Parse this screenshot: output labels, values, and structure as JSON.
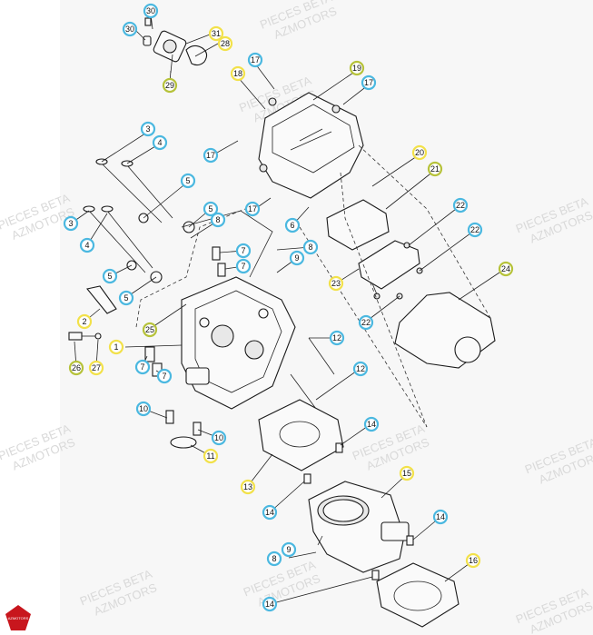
{
  "watermark": {
    "line1": "PIECES BETA",
    "line2": "AZMOTORS"
  },
  "colors": {
    "callout_blue": "#4bb8e0",
    "callout_yellow": "#f2e14a",
    "callout_olive": "#b6c23a",
    "logo_red": "#c8161d",
    "paper_bg": "#f7f7f7"
  },
  "logo": {
    "text": "AZMOTORS"
  },
  "callouts": [
    {
      "id": "c30a",
      "label": "30",
      "color": "blue"
    },
    {
      "id": "c30b",
      "label": "30",
      "color": "blue"
    },
    {
      "id": "c31",
      "label": "31",
      "color": "yellow"
    },
    {
      "id": "c28",
      "label": "28",
      "color": "yellow"
    },
    {
      "id": "c29",
      "label": "29",
      "color": "olive"
    },
    {
      "id": "c17a",
      "label": "17",
      "color": "blue"
    },
    {
      "id": "c18",
      "label": "18",
      "color": "yellow"
    },
    {
      "id": "c19",
      "label": "19",
      "color": "olive"
    },
    {
      "id": "c17b",
      "label": "17",
      "color": "blue"
    },
    {
      "id": "c3a",
      "label": "3",
      "color": "blue"
    },
    {
      "id": "c4a",
      "label": "4",
      "color": "blue"
    },
    {
      "id": "c17c",
      "label": "17",
      "color": "blue"
    },
    {
      "id": "c20",
      "label": "20",
      "color": "yellow"
    },
    {
      "id": "c21",
      "label": "21",
      "color": "olive"
    },
    {
      "id": "c5a",
      "label": "5",
      "color": "blue"
    },
    {
      "id": "c5b",
      "label": "5",
      "color": "blue"
    },
    {
      "id": "c8a",
      "label": "8",
      "color": "blue"
    },
    {
      "id": "c17d",
      "label": "17",
      "color": "blue"
    },
    {
      "id": "c6",
      "label": "6",
      "color": "blue"
    },
    {
      "id": "c22a",
      "label": "22",
      "color": "blue"
    },
    {
      "id": "c22b",
      "label": "22",
      "color": "blue"
    },
    {
      "id": "c3b",
      "label": "3",
      "color": "blue"
    },
    {
      "id": "c4b",
      "label": "4",
      "color": "blue"
    },
    {
      "id": "c7a",
      "label": "7",
      "color": "blue"
    },
    {
      "id": "c7b",
      "label": "7",
      "color": "blue"
    },
    {
      "id": "c8b",
      "label": "8",
      "color": "blue"
    },
    {
      "id": "c9a",
      "label": "9",
      "color": "blue"
    },
    {
      "id": "c24",
      "label": "24",
      "color": "olive"
    },
    {
      "id": "c5c",
      "label": "5",
      "color": "blue"
    },
    {
      "id": "c5d",
      "label": "5",
      "color": "blue"
    },
    {
      "id": "c23",
      "label": "23",
      "color": "yellow"
    },
    {
      "id": "c22c",
      "label": "22",
      "color": "blue"
    },
    {
      "id": "c2",
      "label": "2",
      "color": "yellow"
    },
    {
      "id": "c25",
      "label": "25",
      "color": "olive"
    },
    {
      "id": "c1",
      "label": "1",
      "color": "yellow"
    },
    {
      "id": "c12a",
      "label": "12",
      "color": "blue"
    },
    {
      "id": "c26",
      "label": "26",
      "color": "olive"
    },
    {
      "id": "c27",
      "label": "27",
      "color": "yellow"
    },
    {
      "id": "c7c",
      "label": "7",
      "color": "blue"
    },
    {
      "id": "c7d",
      "label": "7",
      "color": "blue"
    },
    {
      "id": "c12b",
      "label": "12",
      "color": "blue"
    },
    {
      "id": "c10a",
      "label": "10",
      "color": "blue"
    },
    {
      "id": "c10b",
      "label": "10",
      "color": "blue"
    },
    {
      "id": "c11",
      "label": "11",
      "color": "yellow"
    },
    {
      "id": "c14a",
      "label": "14",
      "color": "blue"
    },
    {
      "id": "c13",
      "label": "13",
      "color": "yellow"
    },
    {
      "id": "c15",
      "label": "15",
      "color": "yellow"
    },
    {
      "id": "c14b",
      "label": "14",
      "color": "blue"
    },
    {
      "id": "c14c",
      "label": "14",
      "color": "blue"
    },
    {
      "id": "c8c",
      "label": "8",
      "color": "blue"
    },
    {
      "id": "c9b",
      "label": "9",
      "color": "blue"
    },
    {
      "id": "c16",
      "label": "16",
      "color": "yellow"
    },
    {
      "id": "c14d",
      "label": "14",
      "color": "blue"
    }
  ]
}
